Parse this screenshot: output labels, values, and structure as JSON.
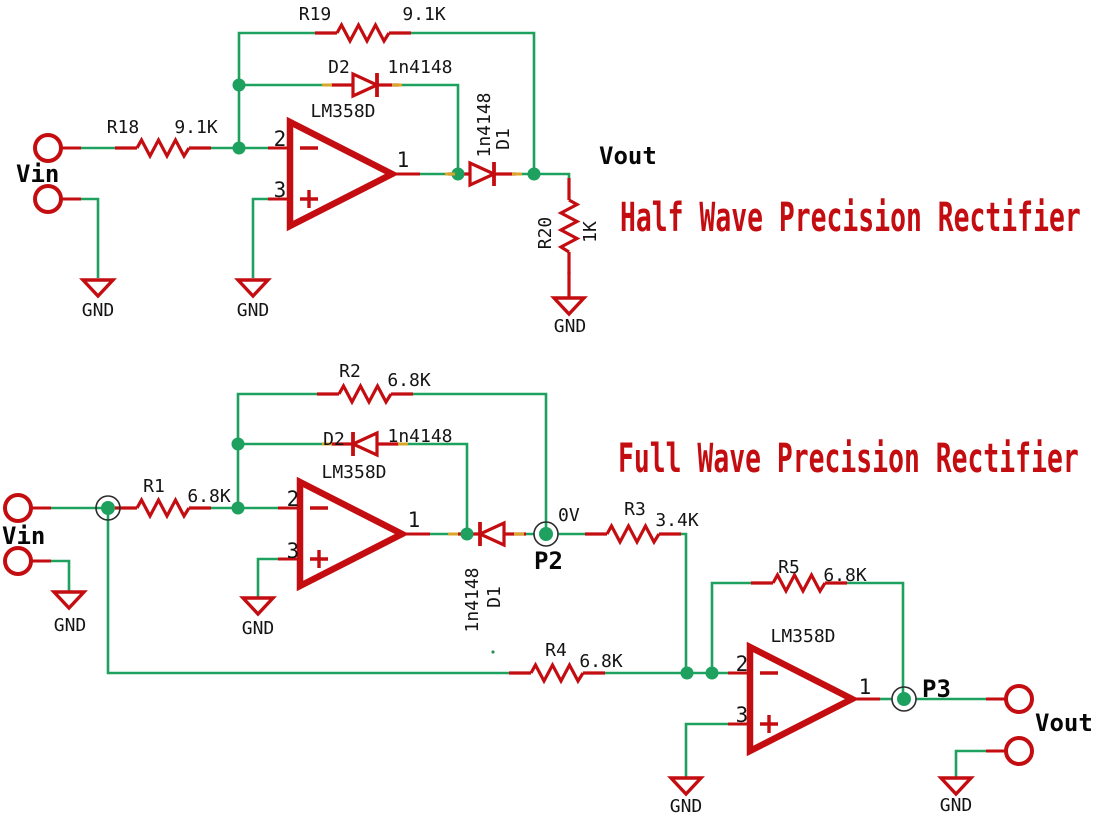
{
  "diagram_type": "circuit-schematic",
  "colors": {
    "component_red": "#c40d11",
    "wire_green": "#1ea15f",
    "title_red": "#c40d11",
    "text_black": "#141414",
    "junction_tick_orange": "#d9a62a",
    "background": "#ffffff"
  },
  "half_wave": {
    "title": "Half Wave Precision Rectifier",
    "vin": "Vin",
    "vout": "Vout",
    "gnd": "GND",
    "r18": {
      "ref": "R18",
      "val": "9.1K"
    },
    "r19": {
      "ref": "R19",
      "val": "9.1K"
    },
    "r20": {
      "ref": "R20",
      "val": "1K"
    },
    "d2": {
      "ref": "D2",
      "val": "1n4148"
    },
    "d1": {
      "ref": "D1",
      "val": "1n4148"
    },
    "opamp": {
      "part": "LM358D",
      "pin_inv": "2",
      "pin_non": "3",
      "pin_out": "1"
    }
  },
  "full_wave": {
    "title": "Full Wave Precision Rectifier",
    "vin": "Vin",
    "vout": "Vout",
    "gnd": "GND",
    "zero_v": "0V",
    "p2": "P2",
    "p3": "P3",
    "r1": {
      "ref": "R1",
      "val": "6.8K"
    },
    "r2": {
      "ref": "R2",
      "val": "6.8K"
    },
    "r3": {
      "ref": "R3",
      "val": "3.4K"
    },
    "r4": {
      "ref": "R4",
      "val": "6.8K"
    },
    "r5": {
      "ref": "R5",
      "val": "6.8K"
    },
    "d2": {
      "ref": "D2",
      "val": "1n4148"
    },
    "d1": {
      "ref": "D1",
      "val": "1n4148"
    },
    "opamp1": {
      "part": "LM358D",
      "pin_inv": "2",
      "pin_non": "3",
      "pin_out": "1"
    },
    "opamp2": {
      "part": "LM358D",
      "pin_inv": "2",
      "pin_non": "3",
      "pin_out": "1"
    }
  }
}
